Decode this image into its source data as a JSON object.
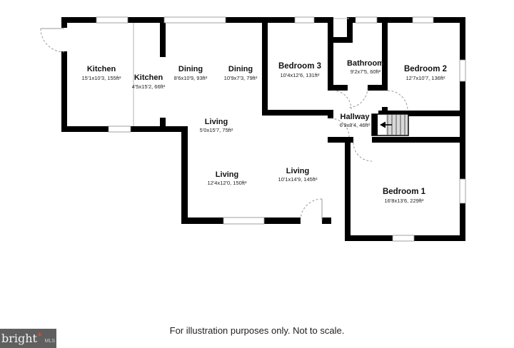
{
  "disclaimer": "For illustration purposes only. Not to scale.",
  "logo": {
    "brand": "bright",
    "star": "✱",
    "sub": "MLS",
    "bg_color": "#5f5f5f",
    "star_color": "#c2503f"
  },
  "plan": {
    "wall_color": "#000000",
    "stairs": {
      "direction_icon": "left-arrow",
      "tread_count": 5
    },
    "rooms": [
      {
        "name": "Kitchen",
        "dims": "15'1x10'3, 155ft²"
      },
      {
        "name": "Kitchen",
        "dims": "4'5x15'2, 66ft²"
      },
      {
        "name": "Dining",
        "dims": "8'6x10'9, 93ft²"
      },
      {
        "name": "Dining",
        "dims": "10'9x7'3, 79ft²"
      },
      {
        "name": "Bedroom 3",
        "dims": "10'4x12'6, 131ft²"
      },
      {
        "name": "Bathroom",
        "dims": "9'2x7'5, 60ft²"
      },
      {
        "name": "Bedroom 2",
        "dims": "12'7x10'7, 136ft²"
      },
      {
        "name": "Living",
        "dims": "5'0x15'7, 75ft²"
      },
      {
        "name": "Hallway",
        "dims": "6'9x8'4, 46ft²"
      },
      {
        "name": "Living",
        "dims": "12'4x12'0, 150ft²"
      },
      {
        "name": "Living",
        "dims": "10'1x14'9, 145ft²"
      },
      {
        "name": "Bedroom 1",
        "dims": "16'8x13'6, 229ft²"
      }
    ]
  }
}
